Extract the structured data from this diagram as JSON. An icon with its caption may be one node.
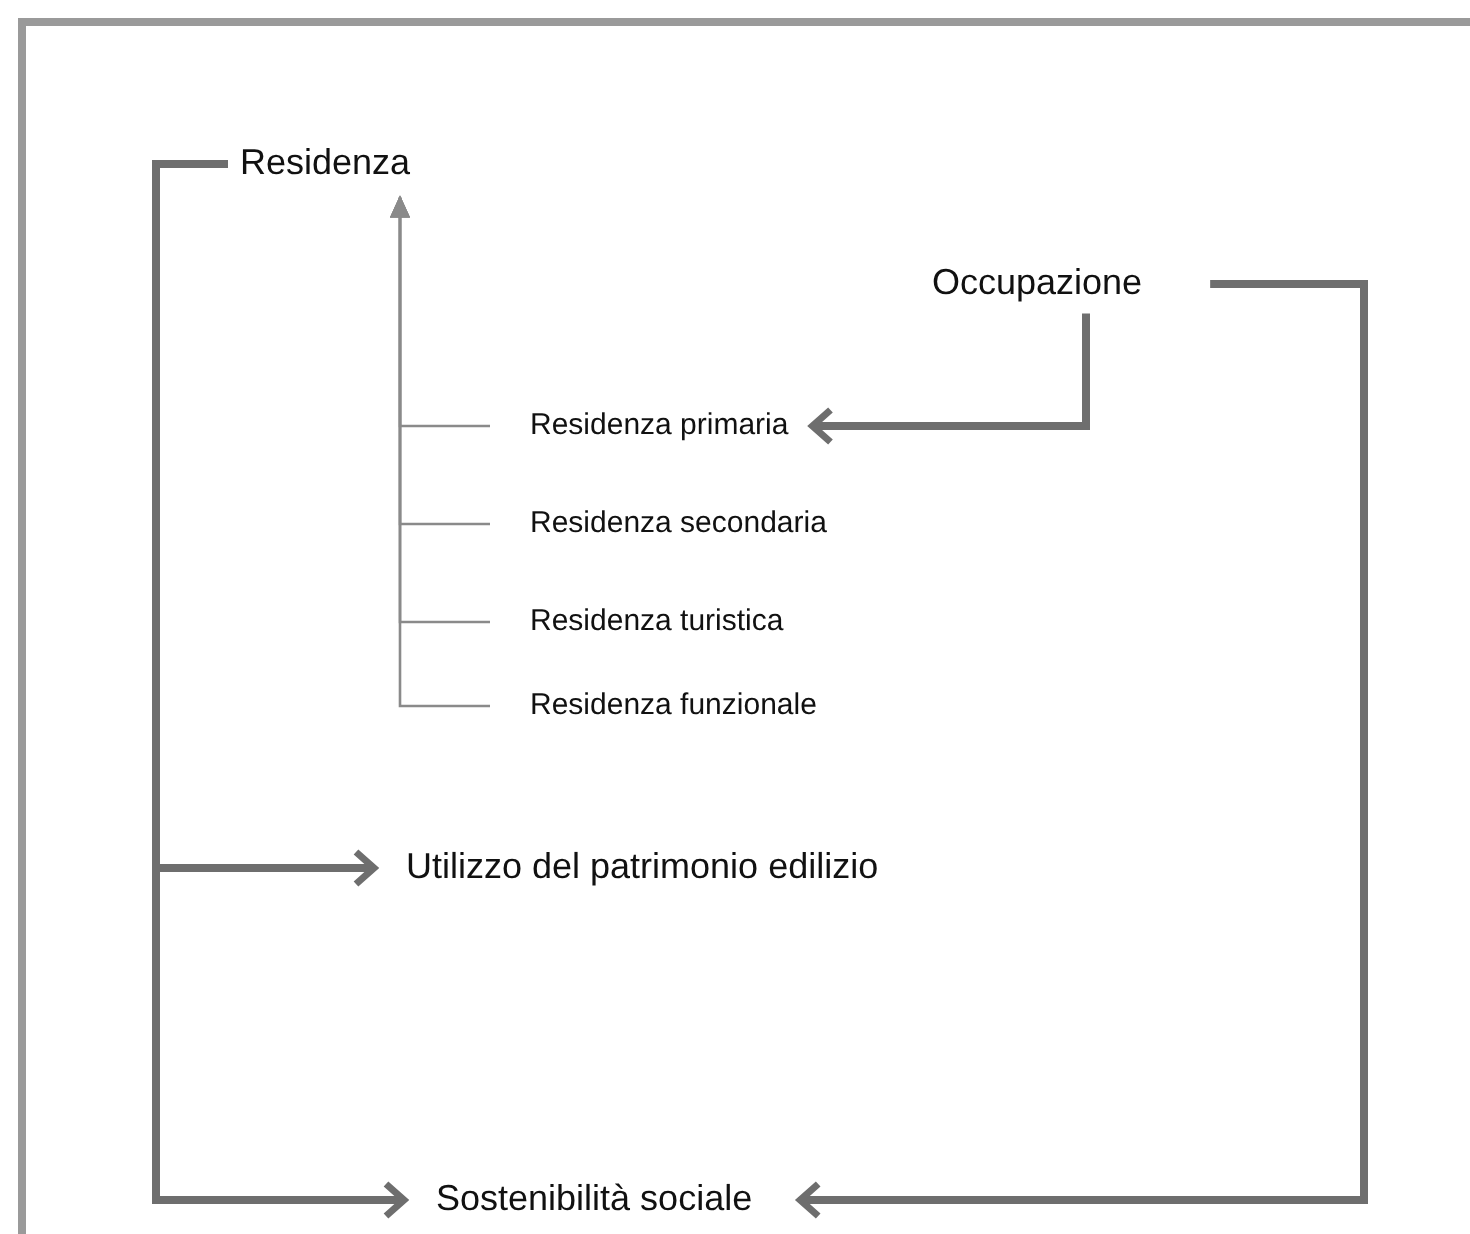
{
  "diagram": {
    "nodes": [
      {
        "text": [
          "Residenza"
        ]
      },
      {
        "text": [
          "Occupazione"
        ]
      },
      {
        "text": [
          "Residenza primaria"
        ]
      },
      {
        "text": [
          "Residenza secondaria"
        ]
      },
      {
        "text": [
          "Residenza turistica"
        ]
      },
      {
        "text": [
          "Residenza funzionale"
        ]
      },
      {
        "text": [
          "Utilizzo del patrimonio edilizio"
        ]
      },
      {
        "text": [
          "Sostenibilità sociale"
        ]
      }
    ],
    "edges": [
      {
        "from": 0,
        "to": 6,
        "arrow": "to",
        "style": "thick"
      },
      {
        "from": 0,
        "to": 7,
        "arrow": "to",
        "style": "thick"
      },
      {
        "from": 1,
        "to": 2,
        "arrow": "to",
        "style": "thick"
      },
      {
        "from": 1,
        "to": 7,
        "arrow": "to",
        "style": "thick"
      },
      {
        "from": 2,
        "to": 0,
        "arrow": "to"
      },
      {
        "from": 3,
        "to": 0,
        "arrow": "to"
      },
      {
        "from": 4,
        "to": 0,
        "arrow": "to"
      },
      {
        "from": 5,
        "to": 0,
        "arrow": "to"
      }
    ]
  }
}
